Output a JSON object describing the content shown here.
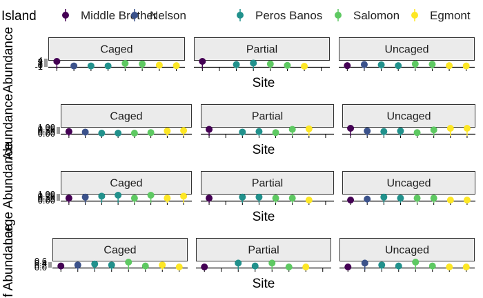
{
  "legend": {
    "title": "Island",
    "items": [
      {
        "label": "Middle Brother",
        "color": "#440154"
      },
      {
        "label": "Nelson",
        "color": "#3b528b"
      },
      {
        "label": "Peros Banos",
        "color": "#21918c"
      },
      {
        "label": "Salomon",
        "color": "#5ec962"
      },
      {
        "label": "Egmont",
        "color": "#fde725"
      }
    ]
  },
  "panel_titles": [
    "Caged",
    "Partial",
    "Uncaged"
  ],
  "chart_data": [
    {
      "type": "scatter",
      "xlabel": "Site",
      "ylabel": "Abundance",
      "ytick_labels": [
        "-1",
        "0",
        "1",
        "2",
        "3",
        "4"
      ],
      "facets": [
        {
          "name": "Caged",
          "series": [
            {
              "name": "Middle Brother",
              "sites": [
                1
              ],
              "values": [
                0.9
              ]
            },
            {
              "name": "Nelson",
              "sites": [
                2
              ],
              "values": [
                -0.7
              ]
            },
            {
              "name": "Peros Banos",
              "sites": [
                3,
                4
              ],
              "values": [
                -0.7,
                -0.7
              ]
            },
            {
              "name": "Salomon",
              "sites": [
                5,
                6
              ],
              "values": [
                0.2,
                0.0
              ]
            },
            {
              "name": "Egmont",
              "sites": [
                7,
                8
              ],
              "values": [
                -0.4,
                -0.6
              ]
            }
          ]
        },
        {
          "name": "Partial",
          "series": [
            {
              "name": "Middle Brother",
              "sites": [
                1
              ],
              "values": [
                0.9
              ]
            },
            {
              "name": "Peros Banos",
              "sites": [
                3,
                4
              ],
              "values": [
                -0.2,
                0.3
              ]
            },
            {
              "name": "Salomon",
              "sites": [
                5,
                6
              ],
              "values": [
                0.0,
                -0.5
              ]
            },
            {
              "name": "Egmont",
              "sites": [
                7
              ],
              "values": [
                -0.8
              ]
            }
          ]
        },
        {
          "name": "Uncaged",
          "series": [
            {
              "name": "Middle Brother",
              "sites": [
                1
              ],
              "values": [
                -0.6
              ]
            },
            {
              "name": "Nelson",
              "sites": [
                2
              ],
              "values": [
                -0.2
              ]
            },
            {
              "name": "Peros Banos",
              "sites": [
                3,
                4
              ],
              "values": [
                -0.3,
                -0.6
              ]
            },
            {
              "name": "Salomon",
              "sites": [
                5,
                6
              ],
              "values": [
                0.0,
                -0.1
              ]
            },
            {
              "name": "Egmont",
              "sites": [
                7,
                8
              ],
              "values": [
                -0.6,
                -0.7
              ]
            }
          ]
        }
      ]
    },
    {
      "type": "scatter",
      "xlabel": "Site",
      "ylabel": "Abundance",
      "ytick_labels": [
        "0.00",
        "0.25",
        "0.50",
        "0.75",
        "1.00"
      ],
      "facets": [
        {
          "name": "Caged",
          "series": [
            {
              "name": "Middle Brother",
              "sites": [
                1
              ],
              "values": [
                0.4
              ]
            },
            {
              "name": "Nelson",
              "sites": [
                2
              ],
              "values": [
                0.3
              ]
            },
            {
              "name": "Peros Banos",
              "sites": [
                3,
                4
              ],
              "values": [
                0.1,
                0.1
              ]
            },
            {
              "name": "Salomon",
              "sites": [
                5,
                6
              ],
              "values": [
                0.1,
                0.2
              ]
            },
            {
              "name": "Egmont",
              "sites": [
                7,
                8
              ],
              "values": [
                0.5,
                0.6
              ]
            }
          ]
        },
        {
          "name": "Partial",
          "series": [
            {
              "name": "Middle Brother",
              "sites": [
                1
              ],
              "values": [
                0.8
              ]
            },
            {
              "name": "Peros Banos",
              "sites": [
                3,
                4
              ],
              "values": [
                0.3,
                0.4
              ]
            },
            {
              "name": "Salomon",
              "sites": [
                5,
                6
              ],
              "values": [
                0.2,
                0.8
              ]
            },
            {
              "name": "Egmont",
              "sites": [
                7
              ],
              "values": [
                0.9
              ]
            }
          ]
        },
        {
          "name": "Uncaged",
          "series": [
            {
              "name": "Middle Brother",
              "sites": [
                1
              ],
              "values": [
                1.0
              ]
            },
            {
              "name": "Nelson",
              "sites": [
                2
              ],
              "values": [
                0.5
              ]
            },
            {
              "name": "Peros Banos",
              "sites": [
                3,
                4
              ],
              "values": [
                0.4,
                0.5
              ]
            },
            {
              "name": "Salomon",
              "sites": [
                5,
                6
              ],
              "values": [
                0.2,
                0.7
              ]
            },
            {
              "name": "Egmont",
              "sites": [
                7,
                8
              ],
              "values": [
                1.0,
                1.0
              ]
            }
          ]
        }
      ]
    },
    {
      "type": "scatter",
      "xlabel": "Site",
      "ylabel": "Large Abundance",
      "ytick_labels": [
        "0.00",
        "0.25",
        "0.50",
        "0.75",
        "1.00"
      ],
      "facets": [
        {
          "name": "Caged",
          "series": [
            {
              "name": "Middle Brother",
              "sites": [
                1
              ],
              "values": [
                0.3
              ]
            },
            {
              "name": "Nelson",
              "sites": [
                2
              ],
              "values": [
                0.4
              ]
            },
            {
              "name": "Peros Banos",
              "sites": [
                3,
                4
              ],
              "values": [
                0.5,
                0.6
              ]
            },
            {
              "name": "Salomon",
              "sites": [
                5,
                6
              ],
              "values": [
                0.3,
                0.6
              ]
            },
            {
              "name": "Egmont",
              "sites": [
                7,
                8
              ],
              "values": [
                0.3,
                0.5
              ]
            }
          ]
        },
        {
          "name": "Partial",
          "series": [
            {
              "name": "Middle Brother",
              "sites": [
                1
              ],
              "values": [
                0.3
              ]
            },
            {
              "name": "Peros Banos",
              "sites": [
                3,
                4
              ],
              "values": [
                0.4,
                0.4
              ]
            },
            {
              "name": "Salomon",
              "sites": [
                5,
                6
              ],
              "values": [
                0.3,
                0.3
              ]
            },
            {
              "name": "Egmont",
              "sites": [
                7
              ],
              "values": [
                0.1
              ]
            }
          ]
        },
        {
          "name": "Uncaged",
          "series": [
            {
              "name": "Middle Brother",
              "sites": [
                1
              ],
              "values": [
                0.1
              ]
            },
            {
              "name": "Nelson",
              "sites": [
                2
              ],
              "values": [
                0.2
              ]
            },
            {
              "name": "Peros Banos",
              "sites": [
                3,
                4
              ],
              "values": [
                0.4,
                0.3
              ]
            },
            {
              "name": "Salomon",
              "sites": [
                5,
                6
              ],
              "values": [
                0.3,
                0.3
              ]
            },
            {
              "name": "Egmont",
              "sites": [
                7,
                8
              ],
              "values": [
                0.1,
                0.1
              ]
            }
          ]
        }
      ]
    },
    {
      "type": "scatter",
      "xlabel": "Site",
      "ylabel": "f Abundance",
      "ytick_labels": [
        "0.0",
        "0.2",
        "0.4",
        "0.6"
      ],
      "facets": [
        {
          "name": "Caged",
          "series": [
            {
              "name": "Middle Brother",
              "sites": [
                1
              ],
              "values": [
                0.05
              ]
            },
            {
              "name": "Nelson",
              "sites": [
                2
              ],
              "values": [
                0.1
              ]
            },
            {
              "name": "Peros Banos",
              "sites": [
                3,
                4
              ],
              "values": [
                0.15,
                0.1
              ]
            },
            {
              "name": "Salomon",
              "sites": [
                5,
                6
              ],
              "values": [
                0.25,
                0.05
              ]
            },
            {
              "name": "Egmont",
              "sites": [
                7,
                8
              ],
              "values": [
                0.1,
                0.0
              ]
            }
          ]
        },
        {
          "name": "Partial",
          "series": [
            {
              "name": "Middle Brother",
              "sites": [
                1
              ],
              "values": [
                0.0
              ]
            },
            {
              "name": "Peros Banos",
              "sites": [
                3,
                4
              ],
              "values": [
                0.2,
                0.05
              ]
            },
            {
              "name": "Salomon",
              "sites": [
                5,
                6
              ],
              "values": [
                0.2,
                0.0
              ]
            },
            {
              "name": "Egmont",
              "sites": [
                7
              ],
              "values": [
                0.0
              ]
            }
          ]
        },
        {
          "name": "Uncaged",
          "series": [
            {
              "name": "Middle Brother",
              "sites": [
                1
              ],
              "values": [
                0.0
              ]
            },
            {
              "name": "Nelson",
              "sites": [
                2
              ],
              "values": [
                0.2
              ]
            },
            {
              "name": "Peros Banos",
              "sites": [
                3,
                4
              ],
              "values": [
                0.1,
                0.05
              ]
            },
            {
              "name": "Salomon",
              "sites": [
                5,
                6
              ],
              "values": [
                0.25,
                0.05
              ]
            },
            {
              "name": "Egmont",
              "sites": [
                7,
                8
              ],
              "values": [
                0.0,
                0.0
              ]
            }
          ]
        }
      ]
    }
  ]
}
